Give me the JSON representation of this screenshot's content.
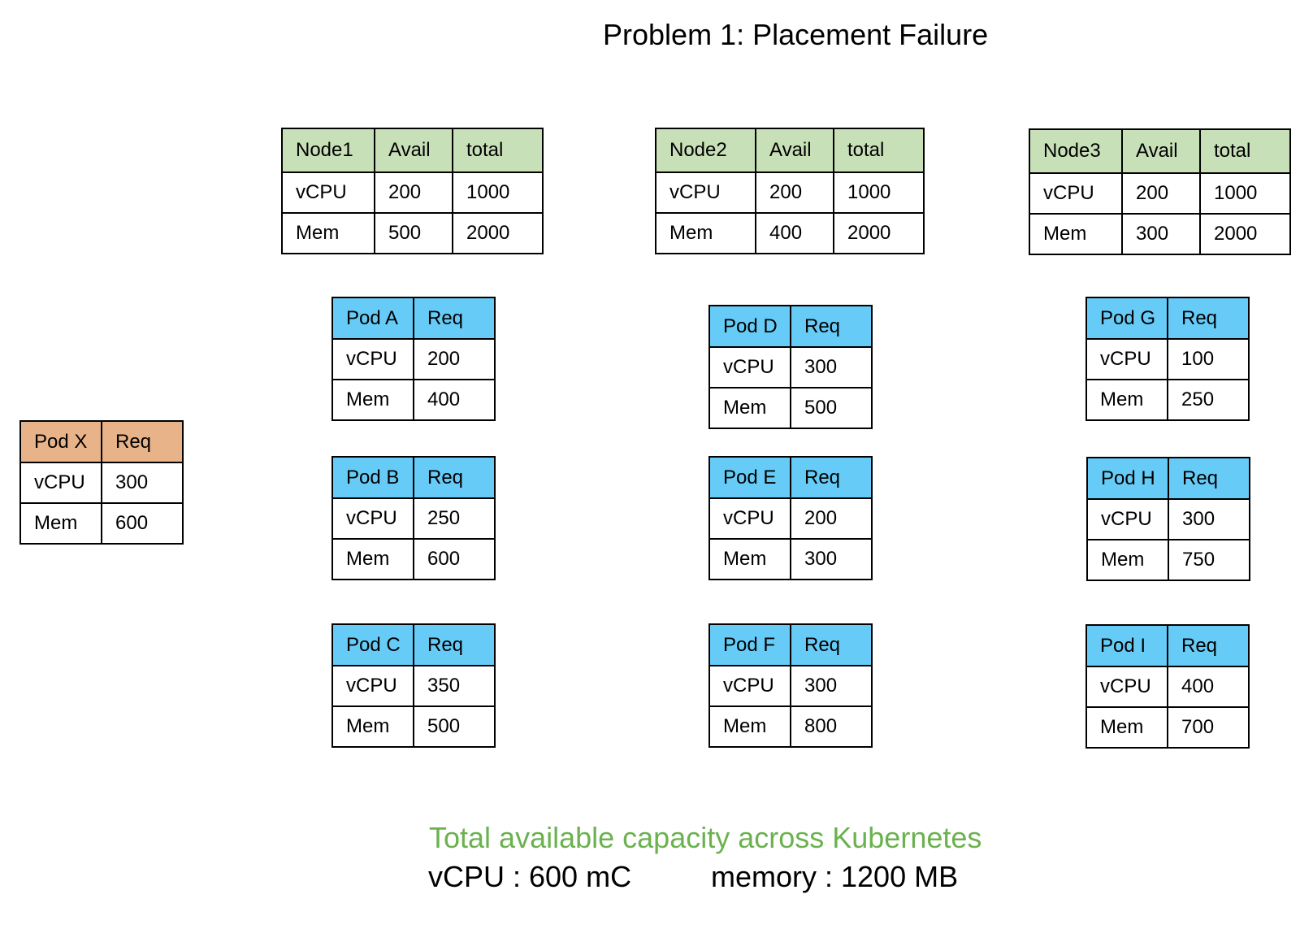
{
  "title": "Problem 1: Placement Failure",
  "colors": {
    "node_header": "#c8e0b8",
    "pod_header": "#66ccf7",
    "pending_pod_header": "#e9b389",
    "summary_heading": "#6bb24f"
  },
  "nodes": [
    {
      "name": "Node1",
      "col_avail": "Avail",
      "col_total": "total",
      "rows": [
        {
          "label": "vCPU",
          "avail": "200",
          "total": "1000"
        },
        {
          "label": "Mem",
          "avail": "500",
          "total": "2000"
        }
      ]
    },
    {
      "name": "Node2",
      "col_avail": "Avail",
      "col_total": "total",
      "rows": [
        {
          "label": "vCPU",
          "avail": "200",
          "total": "1000"
        },
        {
          "label": "Mem",
          "avail": "400",
          "total": "2000"
        }
      ]
    },
    {
      "name": "Node3",
      "col_avail": "Avail",
      "col_total": "total",
      "rows": [
        {
          "label": "vCPU",
          "avail": "200",
          "total": "1000"
        },
        {
          "label": "Mem",
          "avail": "300",
          "total": "2000"
        }
      ]
    }
  ],
  "pending_pod": {
    "name": "Pod X",
    "col_req": "Req",
    "rows": [
      {
        "label": "vCPU",
        "req": "300"
      },
      {
        "label": "Mem",
        "req": "600"
      }
    ]
  },
  "pods": [
    {
      "name": "Pod A",
      "col_req": "Req",
      "rows": [
        {
          "label": "vCPU",
          "req": "200"
        },
        {
          "label": "Mem",
          "req": "400"
        }
      ]
    },
    {
      "name": "Pod B",
      "col_req": "Req",
      "rows": [
        {
          "label": "vCPU",
          "req": "250"
        },
        {
          "label": "Mem",
          "req": "600"
        }
      ]
    },
    {
      "name": "Pod C",
      "col_req": "Req",
      "rows": [
        {
          "label": "vCPU",
          "req": "350"
        },
        {
          "label": "Mem",
          "req": "500"
        }
      ]
    },
    {
      "name": "Pod D",
      "col_req": "Req",
      "rows": [
        {
          "label": "vCPU",
          "req": "300"
        },
        {
          "label": "Mem",
          "req": "500"
        }
      ]
    },
    {
      "name": "Pod E",
      "col_req": "Req",
      "rows": [
        {
          "label": "vCPU",
          "req": "200"
        },
        {
          "label": "Mem",
          "req": "300"
        }
      ]
    },
    {
      "name": "Pod F",
      "col_req": "Req",
      "rows": [
        {
          "label": "vCPU",
          "req": "300"
        },
        {
          "label": "Mem",
          "req": "800"
        }
      ]
    },
    {
      "name": "Pod G",
      "col_req": "Req",
      "rows": [
        {
          "label": "vCPU",
          "req": "100"
        },
        {
          "label": "Mem",
          "req": "250"
        }
      ]
    },
    {
      "name": "Pod H",
      "col_req": "Req",
      "rows": [
        {
          "label": "vCPU",
          "req": "300"
        },
        {
          "label": "Mem",
          "req": "750"
        }
      ]
    },
    {
      "name": "Pod I",
      "col_req": "Req",
      "rows": [
        {
          "label": "vCPU",
          "req": "400"
        },
        {
          "label": "Mem",
          "req": "700"
        }
      ]
    }
  ],
  "summary": {
    "heading": "Total available capacity across Kubernetes",
    "vcpu": "vCPU : 600 mC",
    "memory": "memory : 1200 MB"
  }
}
